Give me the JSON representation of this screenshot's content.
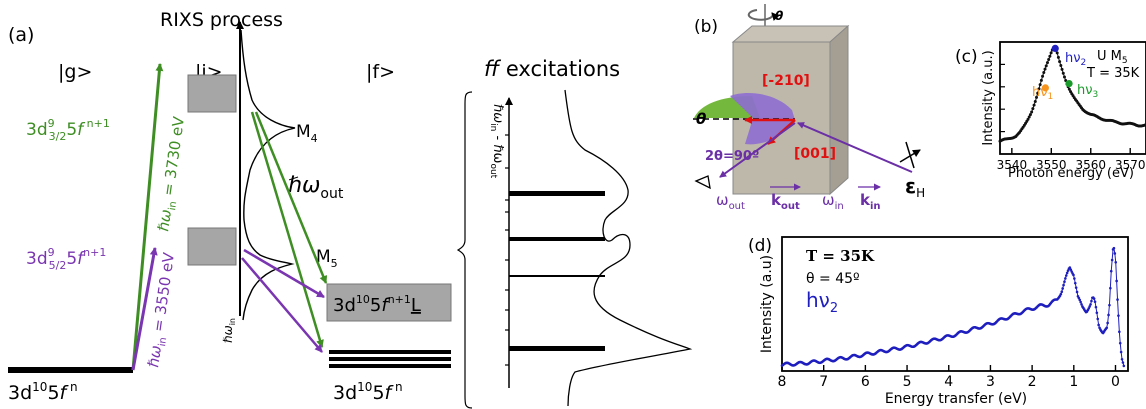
{
  "panel_a": {
    "label": "(a)",
    "title": "RIXS process",
    "state_g": "|g>",
    "state_i": "|i>",
    "state_f": "|f>",
    "green_level_base": "3d",
    "green_level_sup1": "9",
    "green_level_sub1": "3/2",
    "green_level_mid": "5",
    "green_level_f": "f",
    "green_level_sup2": " n+1",
    "purple_level_base": "3d",
    "purple_level_sup1": "9",
    "purple_level_sub1": "5/2",
    "purple_level_mid": "5",
    "purple_level_f": "f",
    "purple_level_sup2": "n+1",
    "green_energy_hbar": "ℏω",
    "green_energy_sub": "in",
    "green_energy_val": " = 3730 eV",
    "purple_energy_hbar": "ℏω",
    "purple_energy_sub": "in",
    "purple_energy_val": " = 3550 eV",
    "edge_m4": "M",
    "edge_m4_sub": "4",
    "edge_m5": "M",
    "edge_m5_sub": "5",
    "hw_out": "ℏω",
    "hw_out_sub": "out",
    "hw_in_axis": "ℏω",
    "hw_in_axis_sub": "in",
    "ground_base": "3d",
    "ground_sup": "10",
    "ground_mid": "5",
    "ground_f": "f",
    "ground_sup2": " n",
    "final_base": "3d",
    "final_sup": "10",
    "final_mid": "5",
    "final_f": "f",
    "final_sup2": " n",
    "box_base": "3d",
    "box_sup": "10",
    "box_mid": "5",
    "box_f": "f",
    "box_sup2": "n+1",
    "box_L": "L",
    "ff_title_f": "ff",
    "ff_title_rest": " excitations",
    "ff_axis": "ℏω",
    "ff_axis_sub1": "in",
    "ff_axis_mid": " - ℏω",
    "ff_axis_sub2": "out"
  },
  "panel_b": {
    "label": "(b)",
    "theta_top": "θ",
    "theta_left": "θ",
    "dir1": "[-210]",
    "dir2": "[001]",
    "two_theta": "2θ=90º",
    "w_out": "ω",
    "w_out_sub": "out",
    "k_out": "k",
    "k_out_sub": "out",
    "w_in": "ω",
    "w_in_sub": "in",
    "k_in": "k",
    "k_in_sub": "in",
    "eps": "ε",
    "eps_sub": "H"
  },
  "panel_c": {
    "label": "(c)",
    "annotation_edge": "U M",
    "annotation_edge_sub": "5",
    "annotation_temp": "T = 35K",
    "hv1": "hν",
    "hv1_sub": "1",
    "hv2": "hν",
    "hv2_sub": "2",
    "hv3": "hν",
    "hv3_sub": "3",
    "colors": {
      "hv1": "#f7941d",
      "hv2": "#1f1fbf",
      "hv3": "#1a9a2a"
    }
  },
  "panel_d": {
    "label": "(d)",
    "temp": "T = 35K",
    "theta": "θ = 45º",
    "hv": "hν",
    "hv_sub": "2"
  },
  "chart_data": [
    {
      "panel": "(c)",
      "type": "scatter",
      "xlabel": "Photon energy (eV)",
      "ylabel": "Intensity (a.u.)",
      "xlim": [
        3537,
        3574
      ],
      "ylim": [
        0,
        1.05
      ],
      "x_ticks": [
        3540,
        3550,
        3560,
        3570
      ],
      "x_tick_labels": [
        "3540",
        "3550",
        "3560",
        "3570"
      ],
      "color": "#111111",
      "series": [
        {
          "x": [
            3537,
            3539,
            3541,
            3542,
            3543,
            3544,
            3545,
            3546,
            3547,
            3548,
            3549,
            3550,
            3550.5,
            3551,
            3551.5,
            3552,
            3553,
            3554,
            3555,
            3556,
            3557,
            3558,
            3560,
            3562,
            3564,
            3566,
            3568,
            3570,
            3572,
            3574
          ],
          "y": [
            0.12,
            0.14,
            0.17,
            0.2,
            0.25,
            0.32,
            0.4,
            0.5,
            0.62,
            0.75,
            0.86,
            0.96,
            1.0,
            0.99,
            0.94,
            0.87,
            0.76,
            0.66,
            0.58,
            0.51,
            0.46,
            0.42,
            0.37,
            0.34,
            0.32,
            0.3,
            0.29,
            0.28,
            0.27,
            0.27
          ]
        }
      ],
      "markers": [
        {
          "name": "hν1",
          "x": 3548.5,
          "y": 0.62,
          "color": "#f7941d"
        },
        {
          "name": "hν2",
          "x": 3551,
          "y": 0.99,
          "color": "#1f1fbf"
        },
        {
          "name": "hν3",
          "x": 3554.5,
          "y": 0.66,
          "color": "#1a9a2a"
        }
      ]
    },
    {
      "panel": "(d)",
      "type": "scatter",
      "xlabel": "Energy transfer (eV)",
      "ylabel": "Intensity (a.u)",
      "xlim": [
        8,
        -0.3
      ],
      "ylim": [
        0,
        1.05
      ],
      "x_ticks": [
        8,
        7,
        6,
        5,
        4,
        3,
        2,
        1,
        0
      ],
      "x_tick_labels": [
        "8",
        "7",
        "6",
        "5",
        "4",
        "3",
        "2",
        "1",
        "0"
      ],
      "color": "#1f1fbf",
      "series": [
        {
          "name": "hν2",
          "x": [
            8.0,
            7.5,
            7.0,
            6.5,
            6.0,
            5.5,
            5.0,
            4.5,
            4.0,
            3.5,
            3.0,
            2.5,
            2.2,
            2.0,
            1.8,
            1.6,
            1.4,
            1.3,
            1.2,
            1.1,
            1.0,
            0.9,
            0.8,
            0.7,
            0.6,
            0.55,
            0.5,
            0.45,
            0.4,
            0.3,
            0.2,
            0.15,
            0.1,
            0.05,
            0.0,
            -0.05,
            -0.1,
            -0.15,
            -0.2
          ],
          "y": [
            0.05,
            0.06,
            0.08,
            0.1,
            0.13,
            0.16,
            0.19,
            0.23,
            0.27,
            0.32,
            0.37,
            0.43,
            0.47,
            0.49,
            0.51,
            0.52,
            0.56,
            0.62,
            0.72,
            0.81,
            0.76,
            0.58,
            0.5,
            0.47,
            0.52,
            0.57,
            0.55,
            0.46,
            0.36,
            0.3,
            0.33,
            0.48,
            0.8,
            1.0,
            0.9,
            0.55,
            0.25,
            0.09,
            0.04
          ]
        }
      ]
    }
  ]
}
